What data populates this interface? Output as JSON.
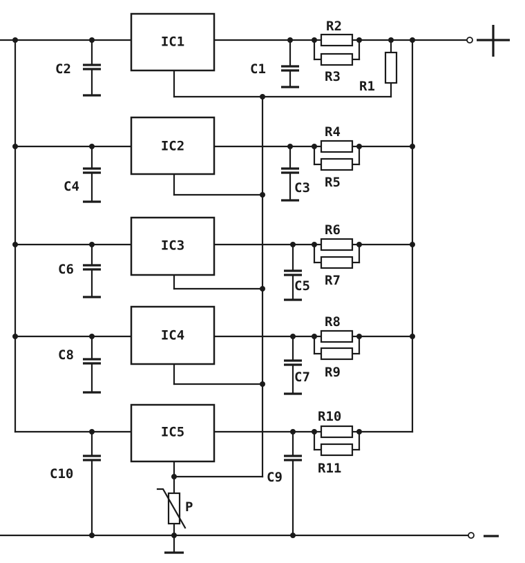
{
  "ics": [
    {
      "label": "IC1"
    },
    {
      "label": "IC2"
    },
    {
      "label": "IC3"
    },
    {
      "label": "IC4"
    },
    {
      "label": "IC5"
    }
  ],
  "capacitors": [
    "C1",
    "C2",
    "C3",
    "C4",
    "C5",
    "C6",
    "C7",
    "C8",
    "C9",
    "C10"
  ],
  "resistors": [
    "R1",
    "R2",
    "R3",
    "R4",
    "R5",
    "R6",
    "R7",
    "R8",
    "R9",
    "R10",
    "R11"
  ],
  "potentiometer": "P",
  "terminals": {
    "positive": "+",
    "negative": "−"
  }
}
